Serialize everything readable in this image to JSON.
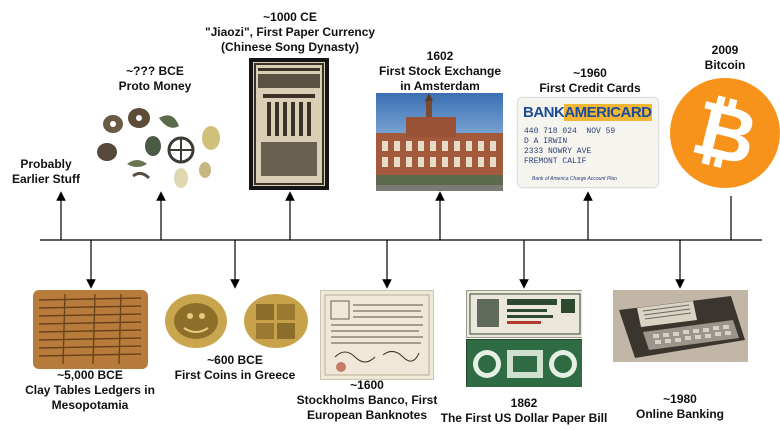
{
  "events_above": [
    {
      "id": "earlier",
      "lines": [
        "Probably",
        "Earlier Stuff"
      ]
    },
    {
      "id": "proto",
      "lines": [
        "~??? BCE",
        "Proto Money"
      ]
    },
    {
      "id": "jiaozi",
      "lines": [
        "~1000 CE",
        "\"Jiaozi\", First Paper Currency",
        "(Chinese Song Dynasty)"
      ]
    },
    {
      "id": "stock",
      "lines": [
        "1602",
        "First Stock Exchange",
        "in Amsterdam"
      ]
    },
    {
      "id": "credit",
      "lines": [
        "~1960",
        "First Credit Cards"
      ]
    },
    {
      "id": "bitcoin",
      "lines": [
        "2009",
        "Bitcoin"
      ]
    }
  ],
  "events_below": [
    {
      "id": "clay",
      "lines": [
        "~5,000 BCE",
        "Clay Tables Ledgers in",
        "Mesopotamia"
      ]
    },
    {
      "id": "coins",
      "lines": [
        "~600 BCE",
        "First Coins in Greece"
      ]
    },
    {
      "id": "banknotes",
      "lines": [
        "~1600",
        "Stockholms Banco, First",
        "European Banknotes"
      ]
    },
    {
      "id": "usbill",
      "lines": [
        "1862",
        "The First US Dollar Paper Bill"
      ]
    },
    {
      "id": "online",
      "lines": [
        "~1980",
        "Online Banking"
      ]
    }
  ],
  "card": {
    "brand_left": "BANK",
    "brand_right": "AMERICARD",
    "number": "440 718 024",
    "expiry": "NOV 59",
    "name": "D A IRWIN",
    "street": "2333 NOWRY AVE",
    "city": "FREMONT CALIF",
    "footer": "Bank of America Charge Account Plan"
  },
  "bitcoin_symbol": "₿",
  "colors": {
    "line": "#000000",
    "bitcoin": "#f7931a"
  }
}
